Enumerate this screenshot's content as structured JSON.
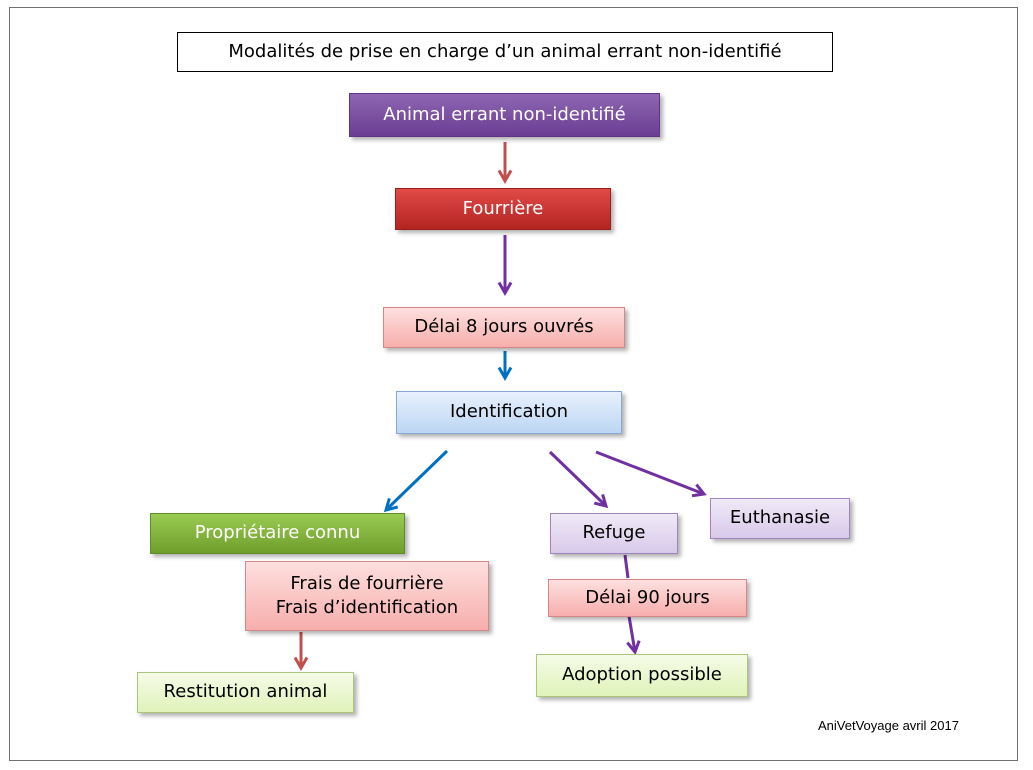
{
  "title": "Modalités de prise en charge d’un animal errant non-identifié",
  "nodes": {
    "animal": "Animal errant non-identifié",
    "fourriere": "Fourrière",
    "delai8": "Délai 8 jours ouvrés",
    "identification": "Identification",
    "proprietaire": "Propriétaire connu",
    "frais_line1": "Frais de fourrière",
    "frais_line2": "Frais d’identification",
    "restitution": "Restitution animal",
    "refuge": "Refuge",
    "delai90": "Délai 90 jours",
    "adoption": "Adoption possible",
    "euthanasie": "Euthanasie"
  },
  "credit": "AniVetVoyage avril 2017",
  "colors": {
    "arrow_red": "#c0504d",
    "arrow_purple": "#7030a0",
    "arrow_blue": "#0070c0"
  }
}
